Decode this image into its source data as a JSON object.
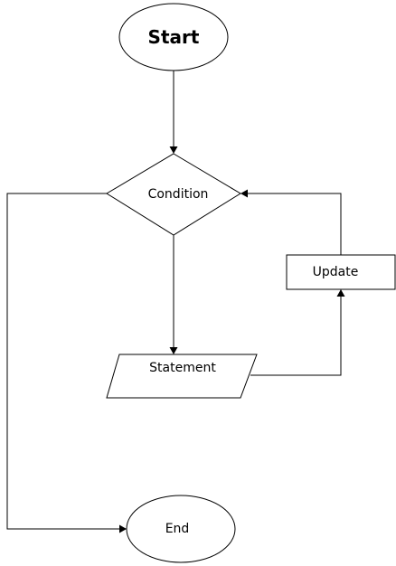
{
  "nodes": {
    "start": {
      "label": "Start",
      "shape": "ellipse"
    },
    "condition": {
      "label": "Condition",
      "shape": "diamond"
    },
    "update": {
      "label": "Update",
      "shape": "rectangle"
    },
    "statement": {
      "label": "Statement",
      "shape": "parallelogram"
    },
    "end": {
      "label": "End",
      "shape": "ellipse"
    }
  },
  "edges": [
    {
      "from": "start",
      "to": "condition"
    },
    {
      "from": "condition",
      "to": "statement"
    },
    {
      "from": "statement",
      "to": "update"
    },
    {
      "from": "update",
      "to": "condition"
    },
    {
      "from": "condition",
      "to": "end"
    }
  ],
  "colors": {
    "stroke": "#000000",
    "fill": "#ffffff",
    "background": "#ffffff"
  }
}
